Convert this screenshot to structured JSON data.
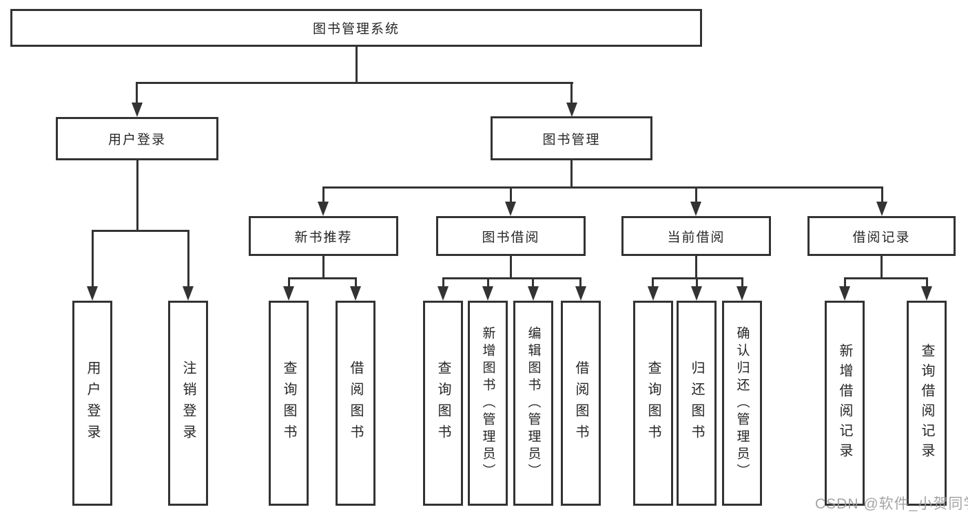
{
  "diagram": {
    "root": {
      "label": "图书管理系统"
    },
    "level2": [
      {
        "id": "user-login",
        "label": "用户登录",
        "parent": "图书管理系统"
      },
      {
        "id": "book-management",
        "label": "图书管理",
        "parent": "图书管理系统"
      }
    ],
    "level3": [
      {
        "id": "new-book-recommend",
        "label": "新书推荐",
        "parent": "图书管理"
      },
      {
        "id": "book-borrow",
        "label": "图书借阅",
        "parent": "图书管理"
      },
      {
        "id": "current-borrow",
        "label": "当前借阅",
        "parent": "图书管理"
      },
      {
        "id": "borrow-record",
        "label": "借阅记录",
        "parent": "图书管理"
      }
    ],
    "leaves": [
      {
        "label": "用户登录",
        "parent": "用户登录"
      },
      {
        "label": "注销登录",
        "parent": "用户登录"
      },
      {
        "label": "查询图书",
        "parent": "新书推荐"
      },
      {
        "label": "借阅图书",
        "parent": "新书推荐"
      },
      {
        "label": "查询图书",
        "parent": "图书借阅"
      },
      {
        "label": "新增图书（管理员）",
        "parent": "图书借阅"
      },
      {
        "label": "编辑图书（管理员）",
        "parent": "图书借阅"
      },
      {
        "label": "借阅图书",
        "parent": "图书借阅"
      },
      {
        "label": "查询图书",
        "parent": "当前借阅"
      },
      {
        "label": "归还图书",
        "parent": "当前借阅"
      },
      {
        "label": "确认归还（管理员）",
        "parent": "当前借阅"
      },
      {
        "label": "新增借阅记录",
        "parent": "借阅记录"
      },
      {
        "label": "查询借阅记录",
        "parent": "借阅记录"
      }
    ]
  },
  "watermark": {
    "text": "CSDN @软件_小贺同学"
  },
  "colors": {
    "line": "#333333",
    "text": "#262626",
    "background": "#ffffff",
    "watermark": "#9c9c9c"
  }
}
